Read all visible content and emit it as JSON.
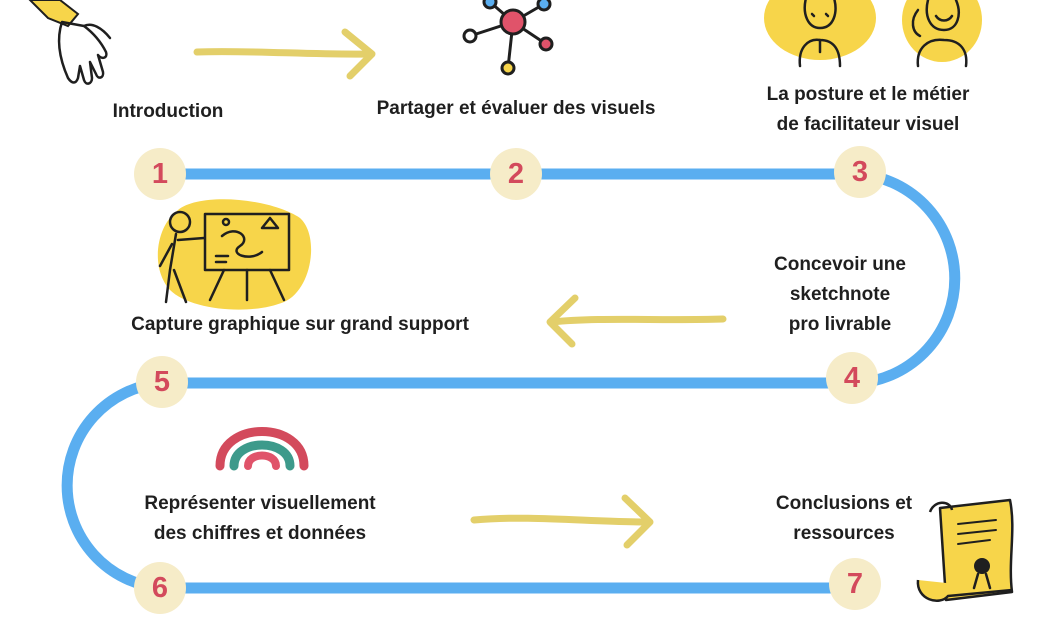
{
  "steps": [
    {
      "number": "1",
      "lines": [
        "Introduction"
      ]
    },
    {
      "number": "2",
      "lines": [
        "Partager et évaluer des visuels"
      ]
    },
    {
      "number": "3",
      "lines": [
        "La posture et le métier",
        "de facilitateur visuel"
      ]
    },
    {
      "number": "4",
      "lines": [
        "Concevoir une",
        "sketchnote",
        "pro livrable"
      ]
    },
    {
      "number": "5",
      "lines": [
        "Capture graphique sur grand support"
      ]
    },
    {
      "number": "6",
      "lines": [
        "Représenter visuellement",
        "des chiffres et données"
      ]
    },
    {
      "number": "7",
      "lines": [
        "Conclusions et",
        "ressources"
      ]
    }
  ],
  "colors": {
    "path": "#5aaef0",
    "badge_fill": "#f6ecc8",
    "badge_text": "#d34a5c",
    "arrow": "#e3cf6a",
    "blob": "#f7d54a"
  },
  "icons": [
    "hand-icon",
    "network-icon",
    "facilitators-icon",
    "whiteboard-presenter-icon",
    "rainbow-icon",
    "scroll-certificate-icon"
  ]
}
